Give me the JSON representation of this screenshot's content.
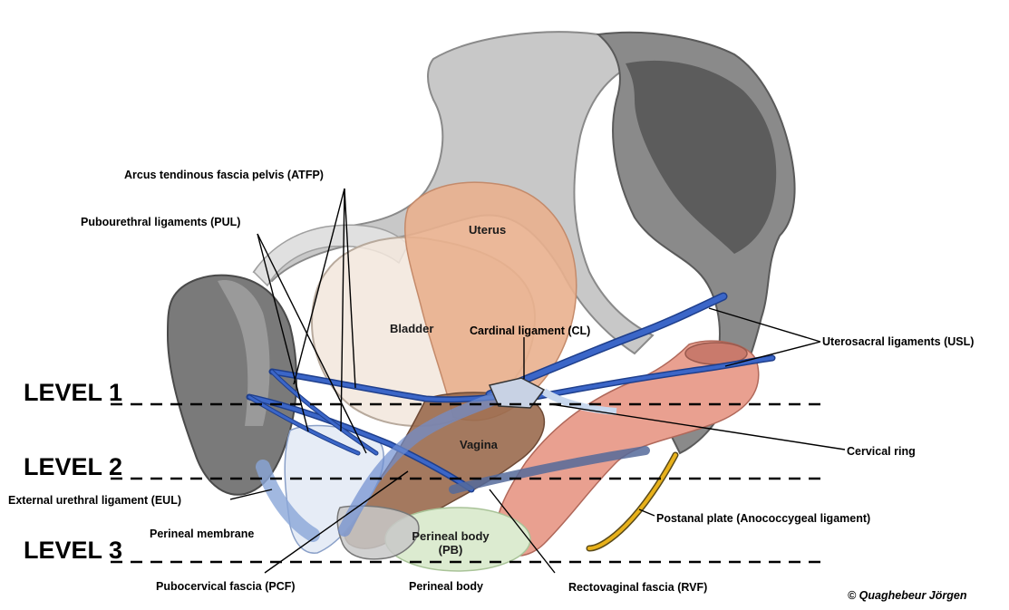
{
  "levels": {
    "level1": "LEVEL 1",
    "level2": "LEVEL 2",
    "level3": "LEVEL 3"
  },
  "organs": {
    "uterus": "Uterus",
    "bladder": "Bladder",
    "vagina": "Vagina",
    "perineal_body_line1": "Perineal body",
    "perineal_body_line2": "(PB)"
  },
  "labels": {
    "atfp": "Arcus tendinous fascia pelvis (ATFP)",
    "pul": "Pubourethral ligaments (PUL)",
    "cl": "Cardinal ligament (CL)",
    "usl": "Uterosacral ligaments (USL)",
    "cervical_ring": "Cervical ring",
    "eul": "External urethral ligament (EUL)",
    "perineal_membrane": "Perineal membrane",
    "postanal_plate": "Postanal plate (Anococcygeal ligament)",
    "pcf": "Pubocervical fascia (PCF)",
    "perineal_body": "Perineal body",
    "rvf": "Rectovaginal fascia (RVF)"
  },
  "copyright": "© Quaghebeur Jörgen",
  "colors": {
    "ligament_blue": "#3b66c8",
    "bone_gray": "#c9c9c9",
    "sacrum_dark": "#6e6e6e",
    "uterus": "#e9b08e",
    "vagina": "#9a6a4e",
    "rectum": "#e9a090",
    "perineal_body": "#dcebd0",
    "postanal_plate": "#e8b11a"
  }
}
